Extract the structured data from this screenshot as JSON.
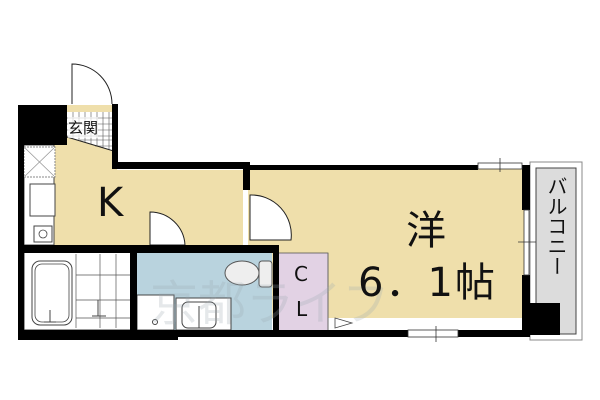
{
  "plan": {
    "rooms": {
      "entrance": {
        "label": "玄関"
      },
      "kitchen": {
        "label": "K"
      },
      "western_room": {
        "label_line1": "洋",
        "label_line2": "6．1帖"
      },
      "closet": {
        "label_line1": "C",
        "label_line2": "L"
      },
      "balcony": {
        "label": "バルコニー"
      }
    },
    "watermark": "京都ライフ",
    "colors": {
      "floor": "#efdfab",
      "washroom": "#b9d3de",
      "closet": "#e2d2e4",
      "balcony": "#dcdcdc",
      "wall": "#000000"
    }
  }
}
